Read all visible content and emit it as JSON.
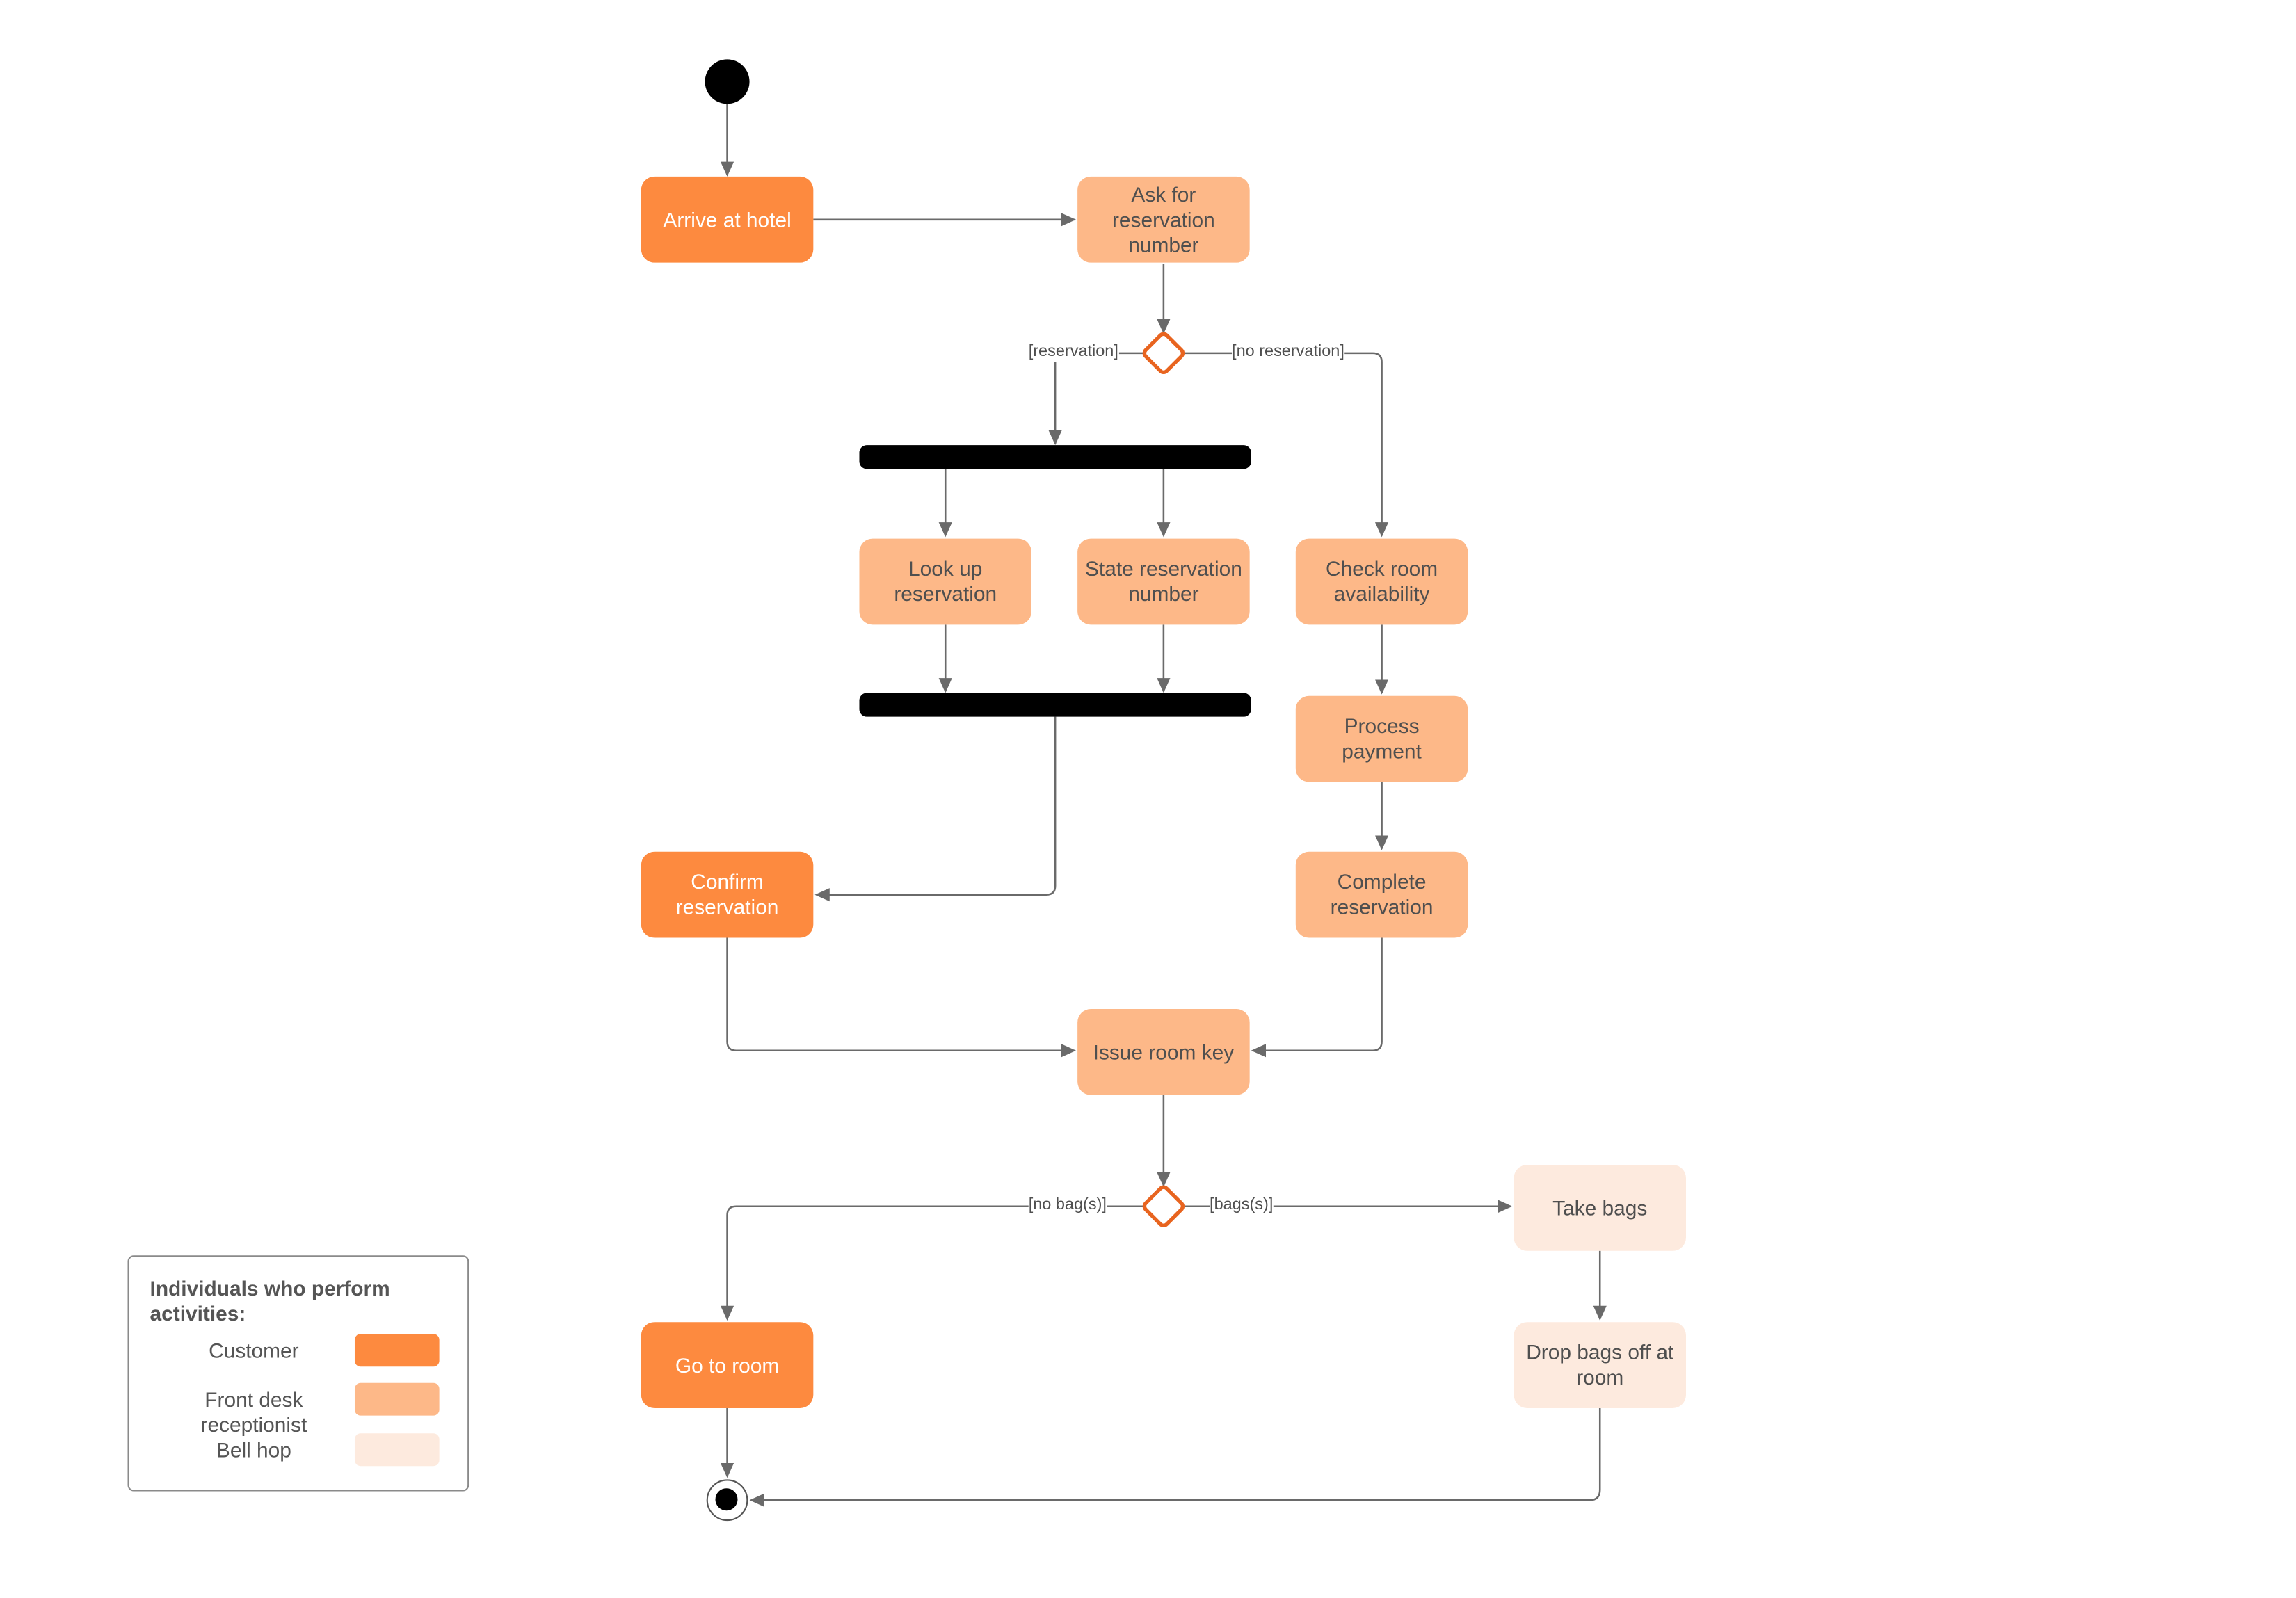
{
  "colors": {
    "customer": "#fd8a3f",
    "front_desk": "#fdb888",
    "bell_hop": "#fdeade",
    "decision_stroke": "#e8641f",
    "edge": "#6a6a6a",
    "bar": "#000000"
  },
  "nodes": {
    "arrive": "Arrive at hotel",
    "ask": "Ask for\nreservation\nnumber",
    "lookup": "Look up\nreservation",
    "state": "State reservation\nnumber",
    "check": "Check room\navailability",
    "payment": "Process\npayment",
    "complete": "Complete\nreservation",
    "confirm": "Confirm\nreservation",
    "issue": "Issue room key",
    "take": "Take bags",
    "drop": "Drop bags off at\nroom",
    "goto": "Go to room"
  },
  "guards": {
    "reservation": "[reservation]",
    "no_reservation": "[no reservation]",
    "no_bags": "[no bag(s)]",
    "bags": "[bags(s)]"
  },
  "legend": {
    "title": "Individuals who perform\nactivities:",
    "items": [
      {
        "label": "Customer",
        "color": "#fd8a3f"
      },
      {
        "label": "Front desk\nreceptionist",
        "color": "#fdb888"
      },
      {
        "label": "Bell hop",
        "color": "#fdeade"
      }
    ]
  }
}
